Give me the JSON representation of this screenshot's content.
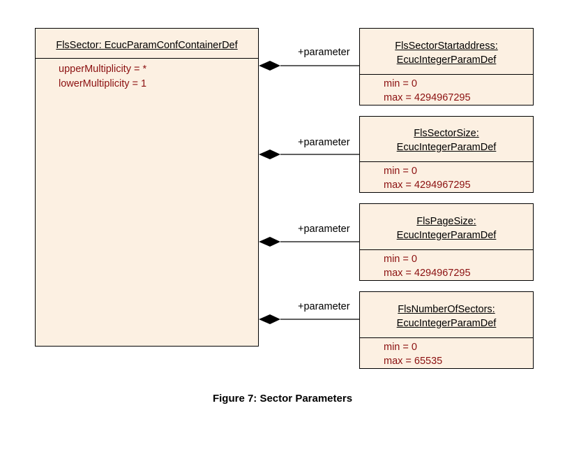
{
  "container": {
    "title": "FlsSector: EcucParamConfContainerDef",
    "attributes": [
      "upperMultiplicity = *",
      "lowerMultiplicity = 1"
    ]
  },
  "parameters": [
    {
      "role": "+parameter",
      "name_line1": "FlsSectorStartaddress:",
      "name_line2": "EcucIntegerParamDef",
      "attr1": "min = 0",
      "attr2": "max = 4294967295"
    },
    {
      "role": "+parameter",
      "name_line1": "FlsSectorSize:",
      "name_line2": "EcucIntegerParamDef",
      "attr1": "min = 0",
      "attr2": "max = 4294967295"
    },
    {
      "role": "+parameter",
      "name_line1": "FlsPageSize:",
      "name_line2": "EcucIntegerParamDef",
      "attr1": "min = 0",
      "attr2": "max = 4294967295"
    },
    {
      "role": "+parameter",
      "name_line1": "FlsNumberOfSectors:",
      "name_line2": "EcucIntegerParamDef",
      "attr1": "min = 0",
      "attr2": "max = 65535"
    }
  ],
  "caption": "Figure 7: Sector Parameters",
  "colors": {
    "class_fill": "#fcf0e2",
    "attribute_text": "#8b1010",
    "line": "#000000"
  }
}
